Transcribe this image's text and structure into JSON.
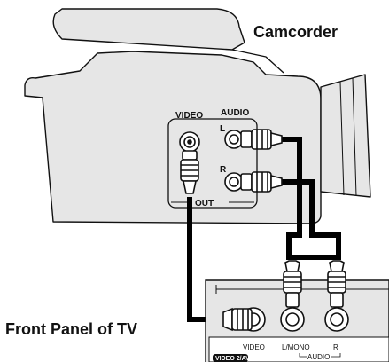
{
  "labels": {
    "camcorder": "Camcorder",
    "front_panel": "Front Panel of TV",
    "video": "VIDEO",
    "audio": "AUDIO",
    "left": "L",
    "right": "R",
    "out": "OUT",
    "tv_video": "VIDEO",
    "tv_lmono": "L/MONO",
    "tv_r": "R",
    "tv_audio": "AUDIO",
    "tv_badge": "VIDEO 2/AV"
  },
  "colors": {
    "body_fill": "#e6e6e6",
    "stroke": "#111111",
    "cable": "#000000",
    "plug_fill": "#ffffff",
    "background": "#ffffff"
  },
  "icons": {
    "camcorder": "camcorder-icon",
    "tv_panel": "tv-front-panel-icon",
    "rca_jack": "rca-jack-icon",
    "rca_plug": "rca-plug-icon"
  }
}
